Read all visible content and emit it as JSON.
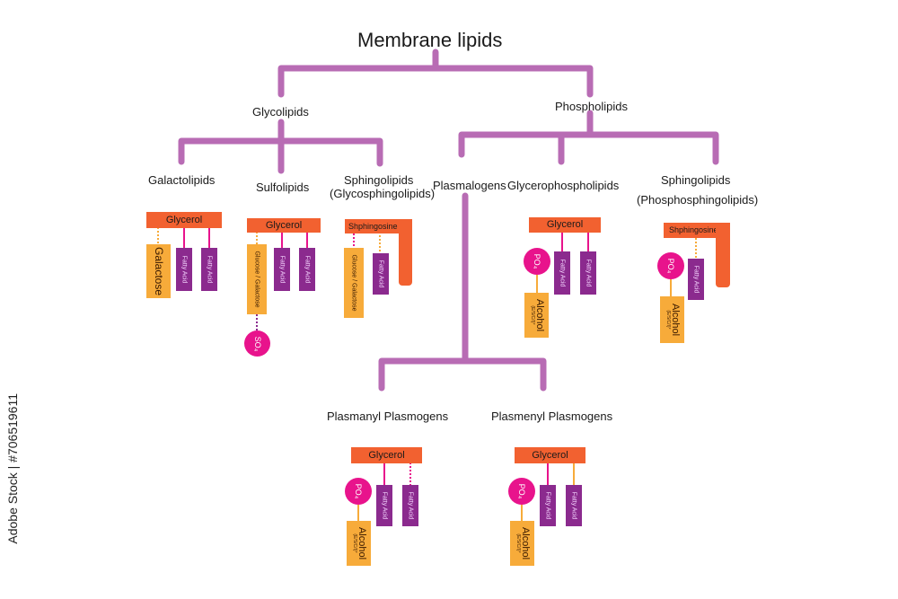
{
  "title": "Membrane lipids",
  "categories": {
    "glycolipids": "Glycolipids",
    "phospholipids": "Phospholipids"
  },
  "subtypes": {
    "galactolipids": "Galactolipids",
    "sulfolipids": "Sulfolipids",
    "sphingolipids_glyco_line1": "Sphingolipids",
    "sphingolipids_glyco_line2": "(Glycosphingolipids)",
    "plasmalogens": "Plasmalogens",
    "glycerophospholipids": "Glycerophospholipids",
    "sphingolipids_phospho_line1": "Sphingolipids",
    "sphingolipids_phospho_line2": "(Phosphosphingolipids)",
    "plasmanyl": "Plasmanyl Plasmogens",
    "plasmenyl": "Plasmenyl Plasmogens"
  },
  "parts": {
    "glycerol": "Glycerol",
    "sphingosine": "Shphingosine",
    "fatty_acid": "Fatty Acid",
    "galactose": "Galactose",
    "glucose_galactose": "Glucose / Galactose",
    "so4": "SO₄",
    "po4": "PO₄",
    "alcohol": "Alcohol",
    "alcohol_sub": "(E/S/C/I)*"
  },
  "watermark": "Adobe Stock | #706519611",
  "colors": {
    "tree": "#b86cb4",
    "orange": "#f26130",
    "purple": "#8b2a8e",
    "yellow": "#f7ab3a",
    "pink": "#e8138c"
  }
}
